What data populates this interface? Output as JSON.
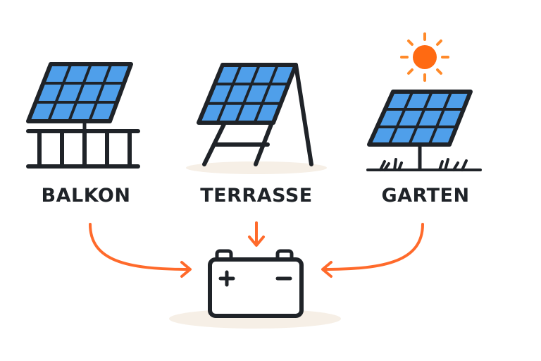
{
  "labels": {
    "balkon": "BALKON",
    "terrasse": "TERRASSE",
    "garten": "GARTEN"
  },
  "battery": {
    "plus": "+",
    "minus": "−"
  },
  "colors": {
    "outline": "#1f2328",
    "panel_cell": "#4f9fea",
    "arrow": "#ff6a2b",
    "sun_fill": "#ff6a12",
    "sun_ray": "#ff8a2a",
    "shadow": "#f6efe6",
    "battery_fill": "#ffffff"
  },
  "icons": [
    "balcony-railing-icon",
    "solar-panel-icon",
    "sun-icon",
    "grass-icon",
    "battery-icon",
    "arrow-icon"
  ]
}
